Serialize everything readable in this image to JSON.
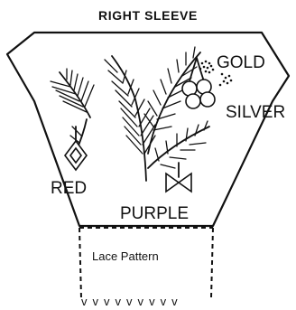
{
  "diagram": {
    "title": "RIGHT SLEEVE",
    "labels": {
      "gold": "GOLD",
      "silver": "SILVER",
      "red": "RED",
      "purple": "PURPLE",
      "lace": "Lace Pattern"
    },
    "fringe": "v v v v v v v v v"
  }
}
